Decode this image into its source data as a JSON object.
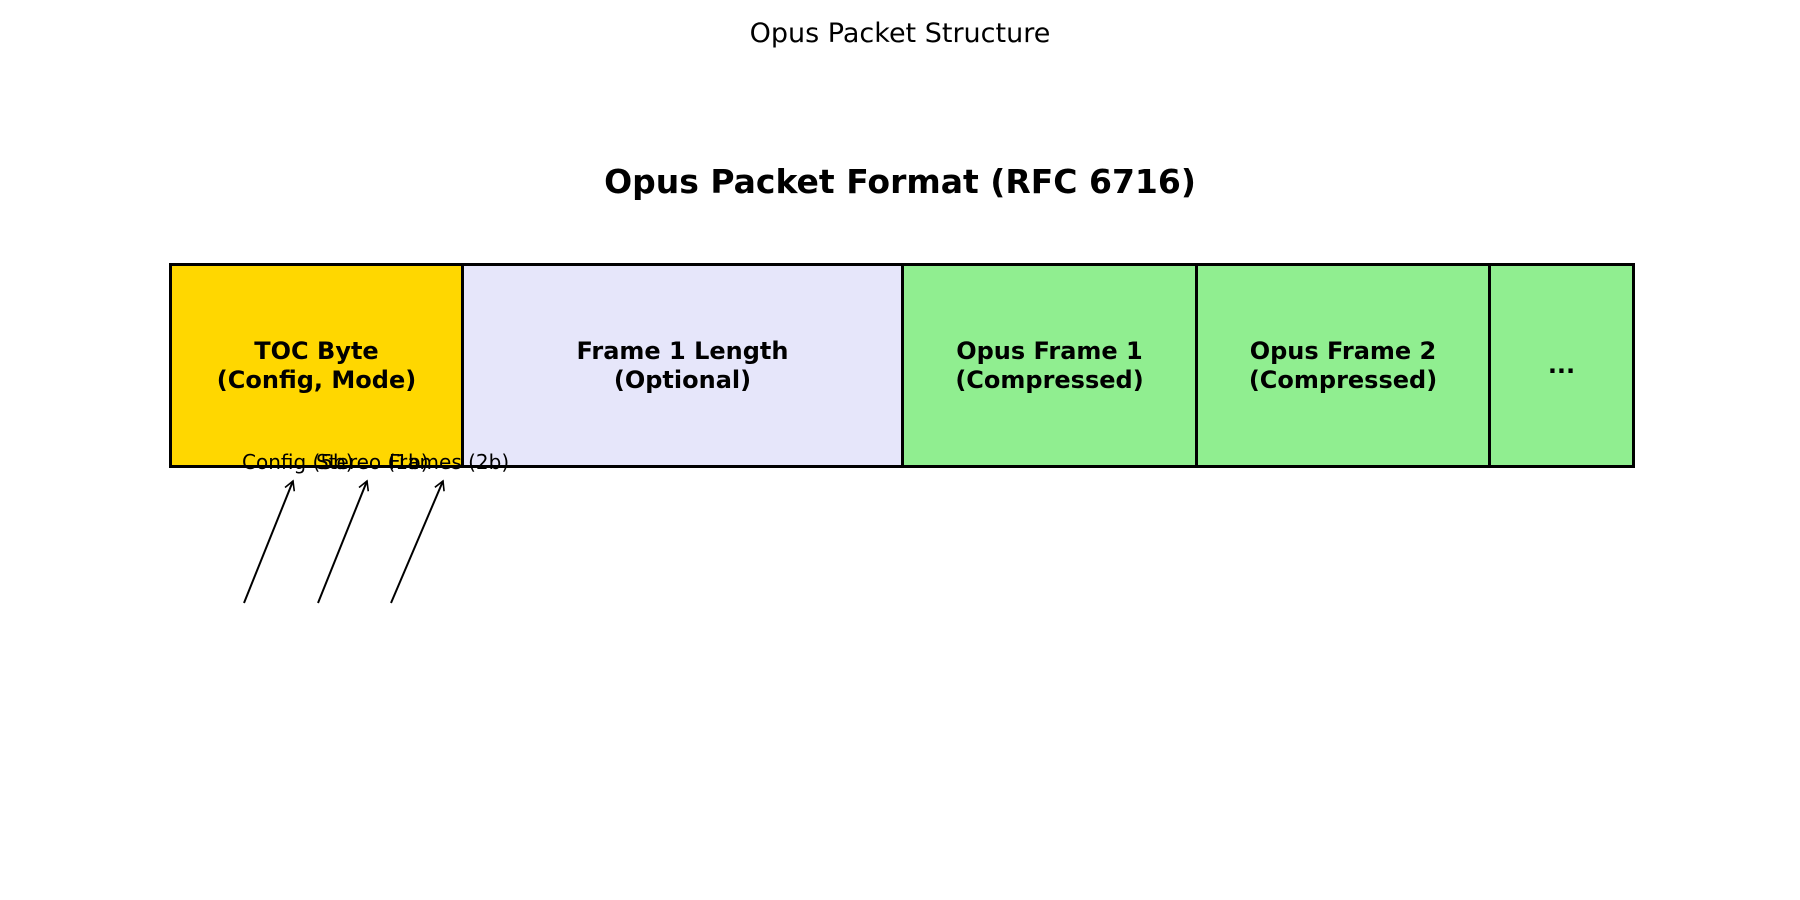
{
  "page_title": "Opus Packet Structure",
  "diagram_title": "Opus Packet Format (RFC 6716)",
  "fields": [
    {
      "id": "toc-byte",
      "label": "TOC Byte\n(Config, Mode)",
      "color": "#FFD700",
      "relative_width": 2
    },
    {
      "id": "frame-1-length",
      "label": "Frame 1 Length\n(Optional)",
      "color": "#E6E6FA",
      "relative_width": 3
    },
    {
      "id": "opus-frame-1",
      "label": "Opus Frame 1\n(Compressed)",
      "color": "#90EE90",
      "relative_width": 2
    },
    {
      "id": "opus-frame-2",
      "label": "Opus Frame 2\n(Compressed)",
      "color": "#90EE90",
      "relative_width": 2
    },
    {
      "id": "ellipsis",
      "label": "...",
      "color": "#90EE90",
      "relative_width": 1
    }
  ],
  "toc_annotations": [
    {
      "id": "config",
      "label": "Config (5b)"
    },
    {
      "id": "stereo",
      "label": "Stereo (1b)"
    },
    {
      "id": "frames",
      "label": "Frames (2b)"
    }
  ]
}
